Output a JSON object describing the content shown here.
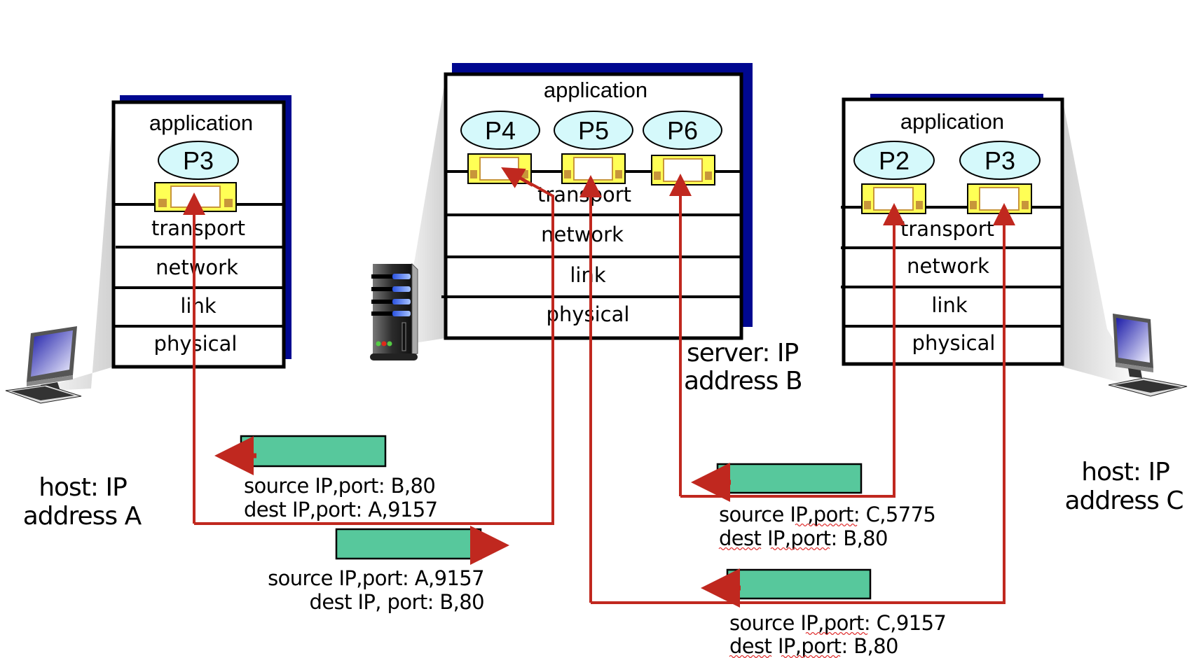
{
  "colors": {
    "stack_shadow": "#000890",
    "socket_fill": "#ffff55",
    "socket_inner_border": "#c8963a",
    "process_fill": "#d5f9fb",
    "segment_fill": "#57c89c",
    "arrow": "#c0281f",
    "spellcheck": "#e03030"
  },
  "layer_names": {
    "application": "application",
    "transport": "transport",
    "network": "network",
    "link": "link",
    "physical": "physical"
  },
  "hosts": {
    "a": {
      "label_line1": "host: IP",
      "label_line2": "address A",
      "processes": [
        "P3"
      ],
      "device": "desktop-computer"
    },
    "server": {
      "label_line1": "server: IP",
      "label_line2": "address B",
      "processes": [
        "P4",
        "P5",
        "P6"
      ],
      "device": "server-tower"
    },
    "c": {
      "label_line1": "host: IP",
      "label_line2": "address C",
      "processes": [
        "P2",
        "P3"
      ],
      "device": "desktop-computer"
    }
  },
  "segments": [
    {
      "id": "seg-b-to-a",
      "direction": "left",
      "source": "source IP,port: B,80",
      "dest": "dest IP,port: A,9157",
      "spellcheck_underline": false
    },
    {
      "id": "seg-a-to-b",
      "direction": "right",
      "source": "source IP,port: A,9157",
      "dest": "dest IP, port: B,80",
      "spellcheck_underline": false
    },
    {
      "id": "seg-c5775-to-b",
      "direction": "left",
      "source": "source IP,port: C,5775",
      "dest": "dest IP,port: B,80",
      "spellcheck_underline": true
    },
    {
      "id": "seg-c9157-to-b",
      "direction": "left",
      "source": "source IP,port: C,9157",
      "dest": "dest IP,port: B,80",
      "spellcheck_underline": true
    }
  ],
  "connections": [
    {
      "from": "host A P3 socket",
      "to": "server P4 socket"
    },
    {
      "from": "host C P3 socket",
      "to": "server P5 socket"
    },
    {
      "from": "host C P2 socket",
      "to": "server P6 socket"
    }
  ]
}
